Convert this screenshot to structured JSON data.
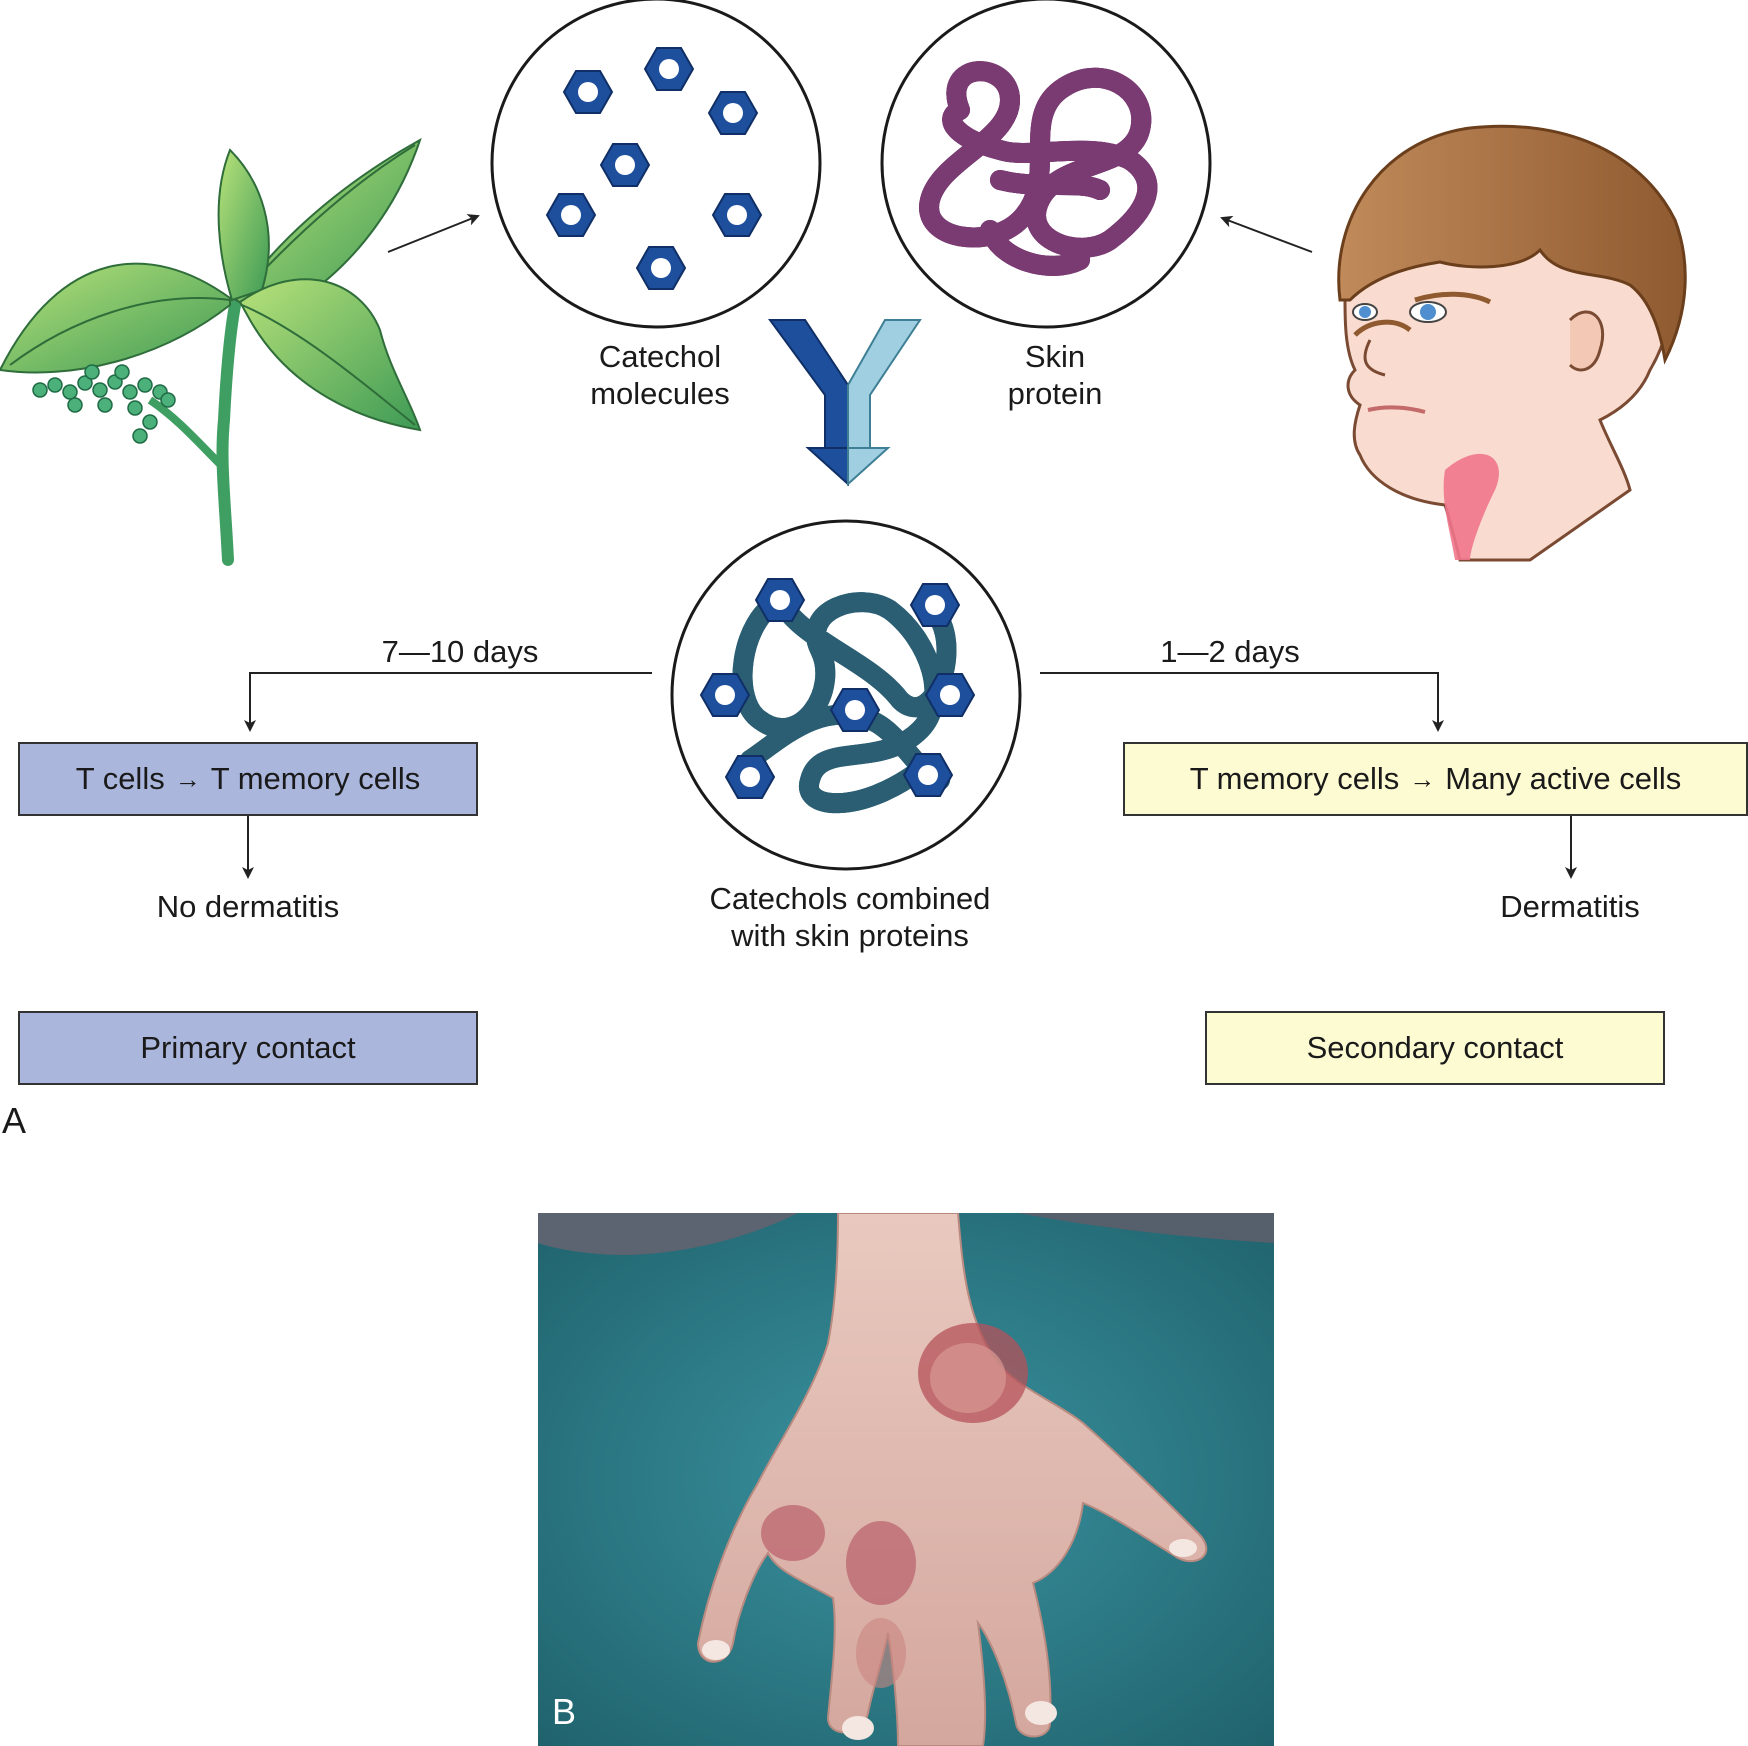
{
  "panel_a": {
    "letter": "A",
    "catechol_label_1": "Catechol",
    "catechol_label_2": "molecules",
    "skin_label_1": "Skin",
    "skin_label_2": "protein",
    "combined_label_1": "Catechols combined",
    "combined_label_2": "with skin proteins",
    "left_branch": {
      "time": "7—10 days",
      "box_from": "T cells",
      "box_to": "T memory cells",
      "outcome": "No dermatitis",
      "contact_label": "Primary contact"
    },
    "right_branch": {
      "time": "1—2 days",
      "box_from": "T memory cells",
      "box_to": "Many active cells",
      "outcome": "Dermatitis",
      "contact_label": "Secondary contact"
    },
    "arrow_glyph": "→"
  },
  "panel_b": {
    "letter": "B"
  },
  "colors": {
    "catechol_blue": "#1e4f9c",
    "protein_pink": "#c77ab8",
    "combined_blue": "#9fcfe0",
    "leaf_green": "#6fbf6a",
    "primary_box": "#aab6dc",
    "secondary_box": "#fdfbd2",
    "photo_background": "#2a7b86"
  }
}
